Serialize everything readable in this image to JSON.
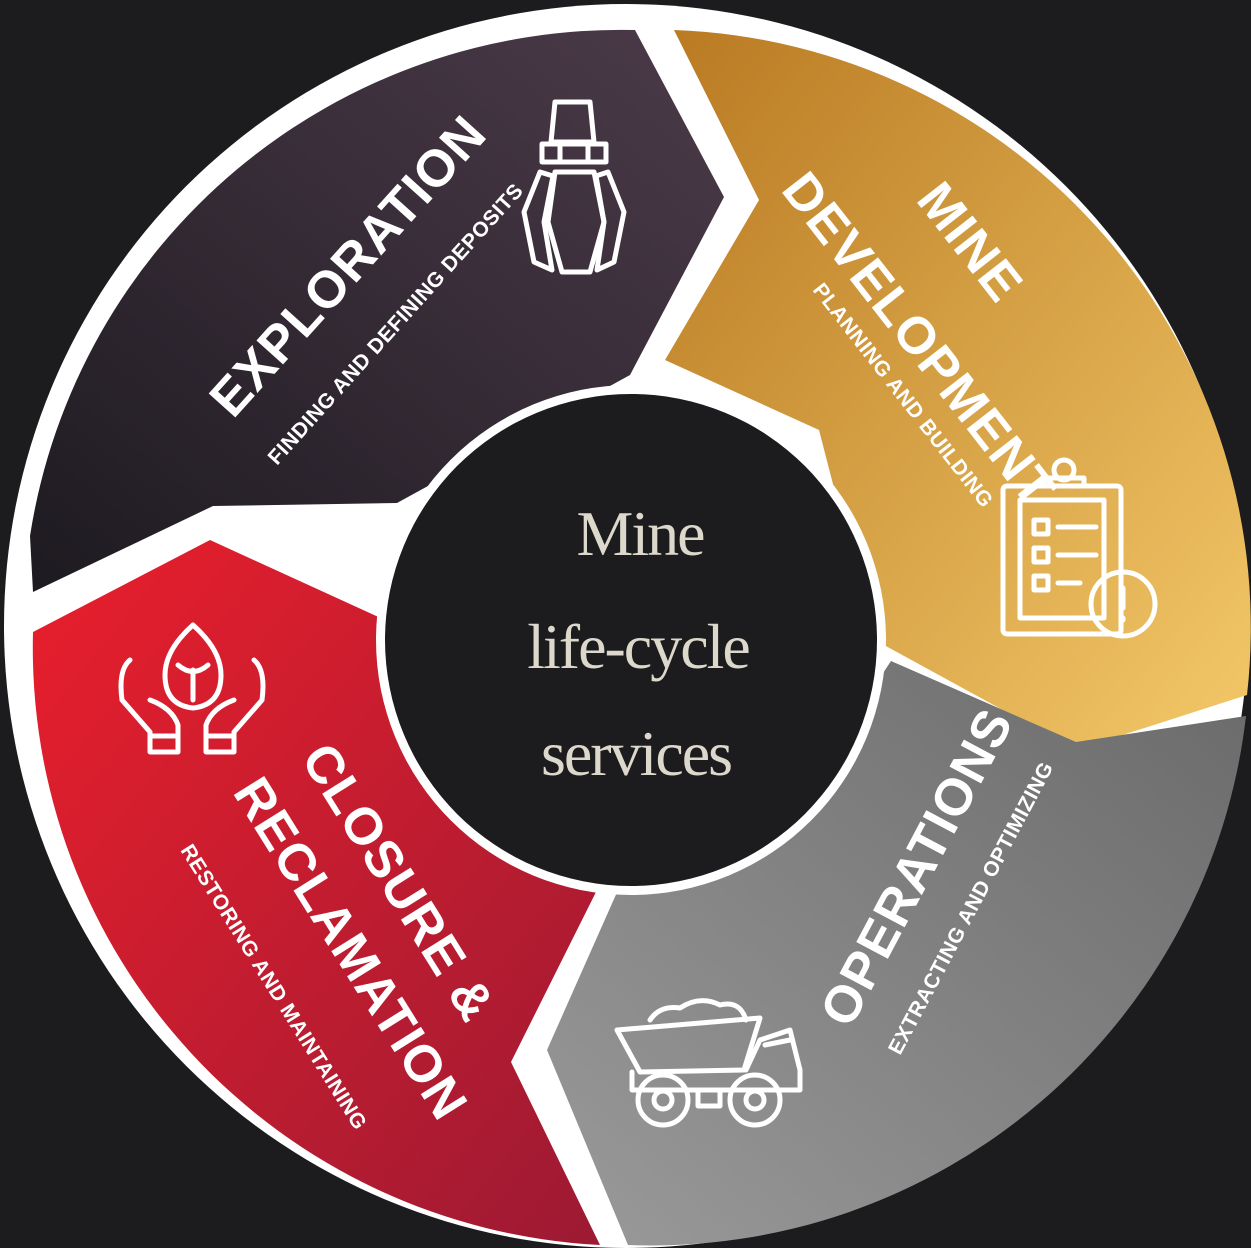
{
  "center": {
    "line1": "Mine",
    "line2": "life-cycle",
    "line3": "services"
  },
  "segments": {
    "exploration": {
      "title": "EXPLORATION",
      "subtitle": "FINDING AND DEFINING DEPOSITS",
      "icon": "drill-bit-icon"
    },
    "development": {
      "title_line1": "MINE",
      "title_line2": "DEVELOPMENT",
      "subtitle": "PLANNING AND BUILDING",
      "icon": "clipboard-alert-icon"
    },
    "operations": {
      "title": "OPERATIONS",
      "subtitle": "EXTRACTING AND OPTIMIZING",
      "icon": "mining-truck-icon"
    },
    "closure": {
      "title_line1": "CLOSURE &",
      "title_line2": "RECLAMATION",
      "subtitle": "RESTORING AND MAINTAINING",
      "icon": "hands-water-drop-icon"
    }
  },
  "colors": {
    "background": "#1c1b1d",
    "ring": "#ffffff",
    "exploration": "#3a2f3d",
    "development": "#d9a33f",
    "operations": "#8c8c8c",
    "closure": "#d0202d",
    "center_fill": "#1c1b1d",
    "center_text": "#dcd8cc"
  }
}
